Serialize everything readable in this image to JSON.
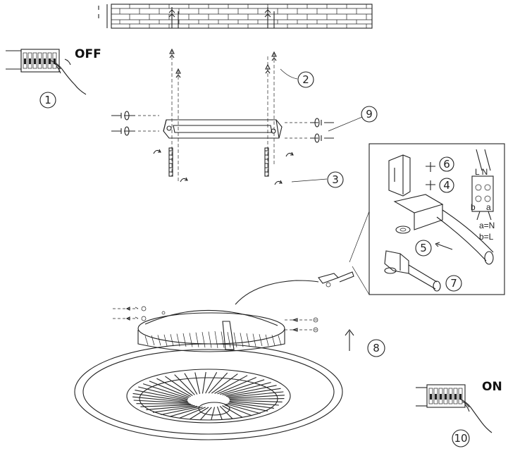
{
  "switch_off": {
    "label": "OFF",
    "step": "1"
  },
  "switch_on": {
    "label": "ON",
    "step": "10"
  },
  "steps": {
    "hooks": "2",
    "screws": "3",
    "connector_terminal_screws": "4",
    "cable_insert": "5",
    "connector_clamp": "6",
    "connector_closed": "7",
    "lift_fan": "8",
    "bracket_screws": "9"
  },
  "wiring": {
    "terminal_top": "L N",
    "terminal_bottom_left": "b",
    "terminal_bottom_right": "a",
    "legend_a": "a=N",
    "legend_b": "b=L"
  },
  "colors": {
    "line": "#222222",
    "background": "#ffffff"
  }
}
